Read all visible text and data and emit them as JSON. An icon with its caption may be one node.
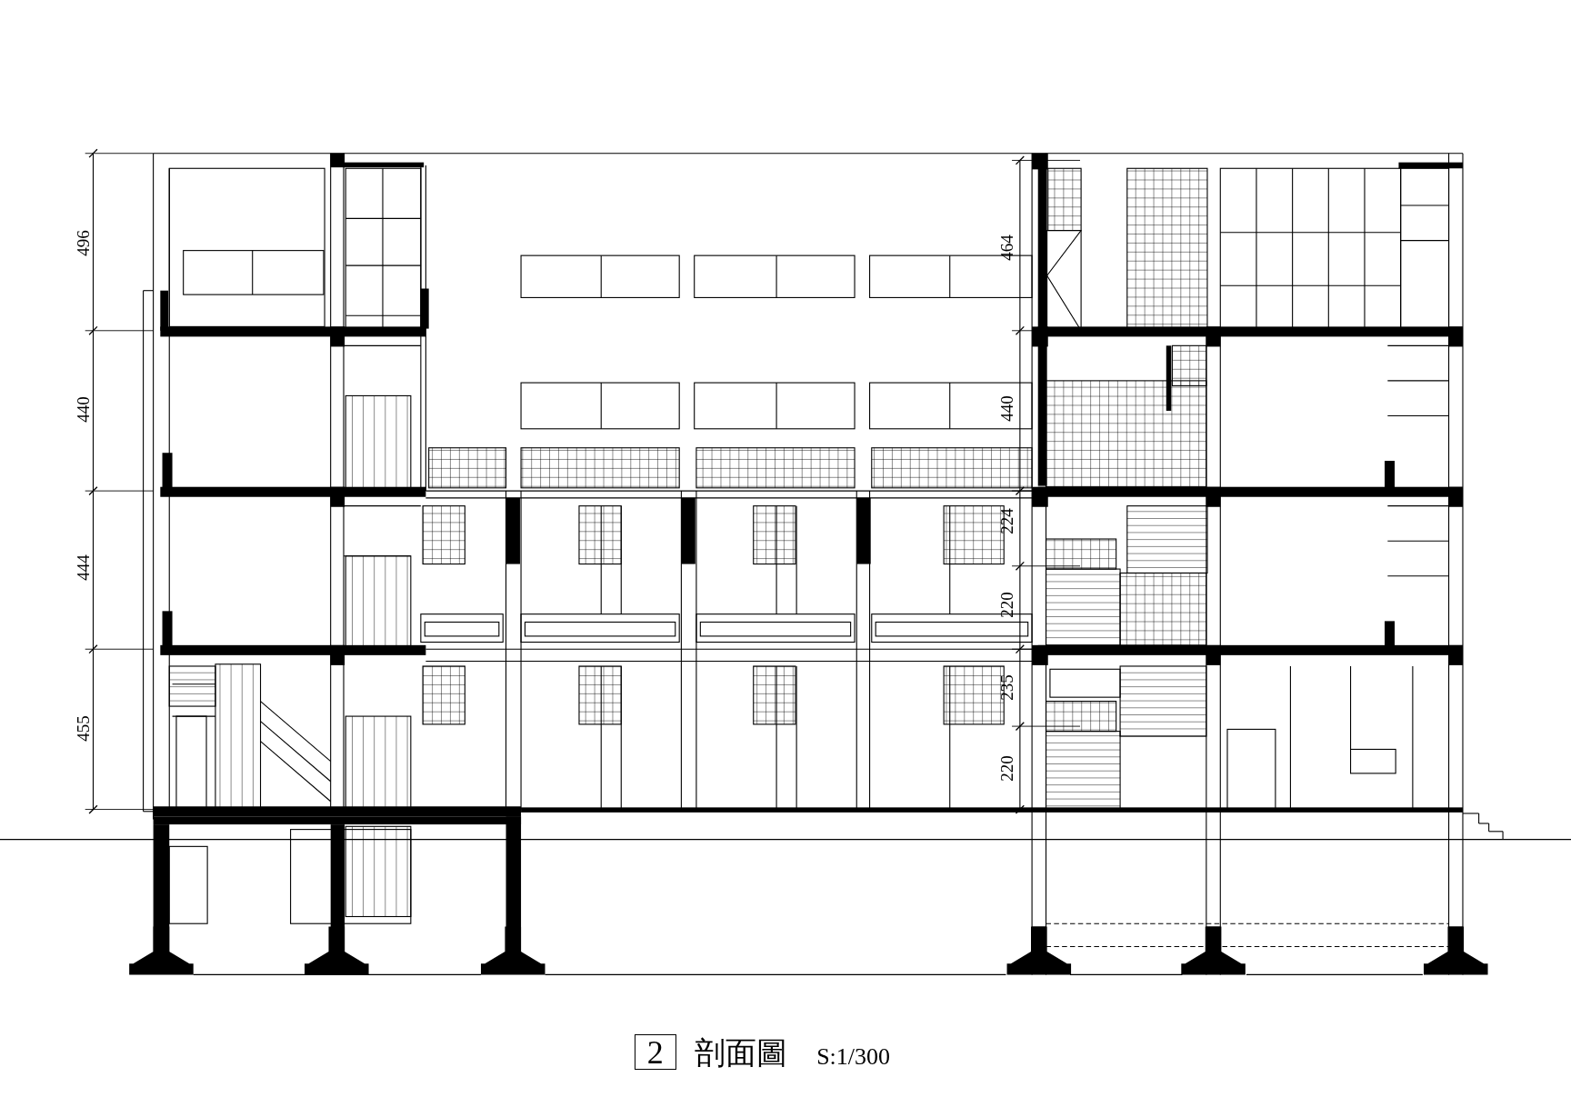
{
  "diagram": {
    "title": "剖面圖",
    "nodes": [
      {
        "text": [
          "2"
        ]
      }
    ],
    "labels": [
      "496",
      "440",
      "444",
      "455",
      "464",
      "440",
      "224",
      "220",
      "235",
      "220",
      "S:1/300"
    ]
  }
}
